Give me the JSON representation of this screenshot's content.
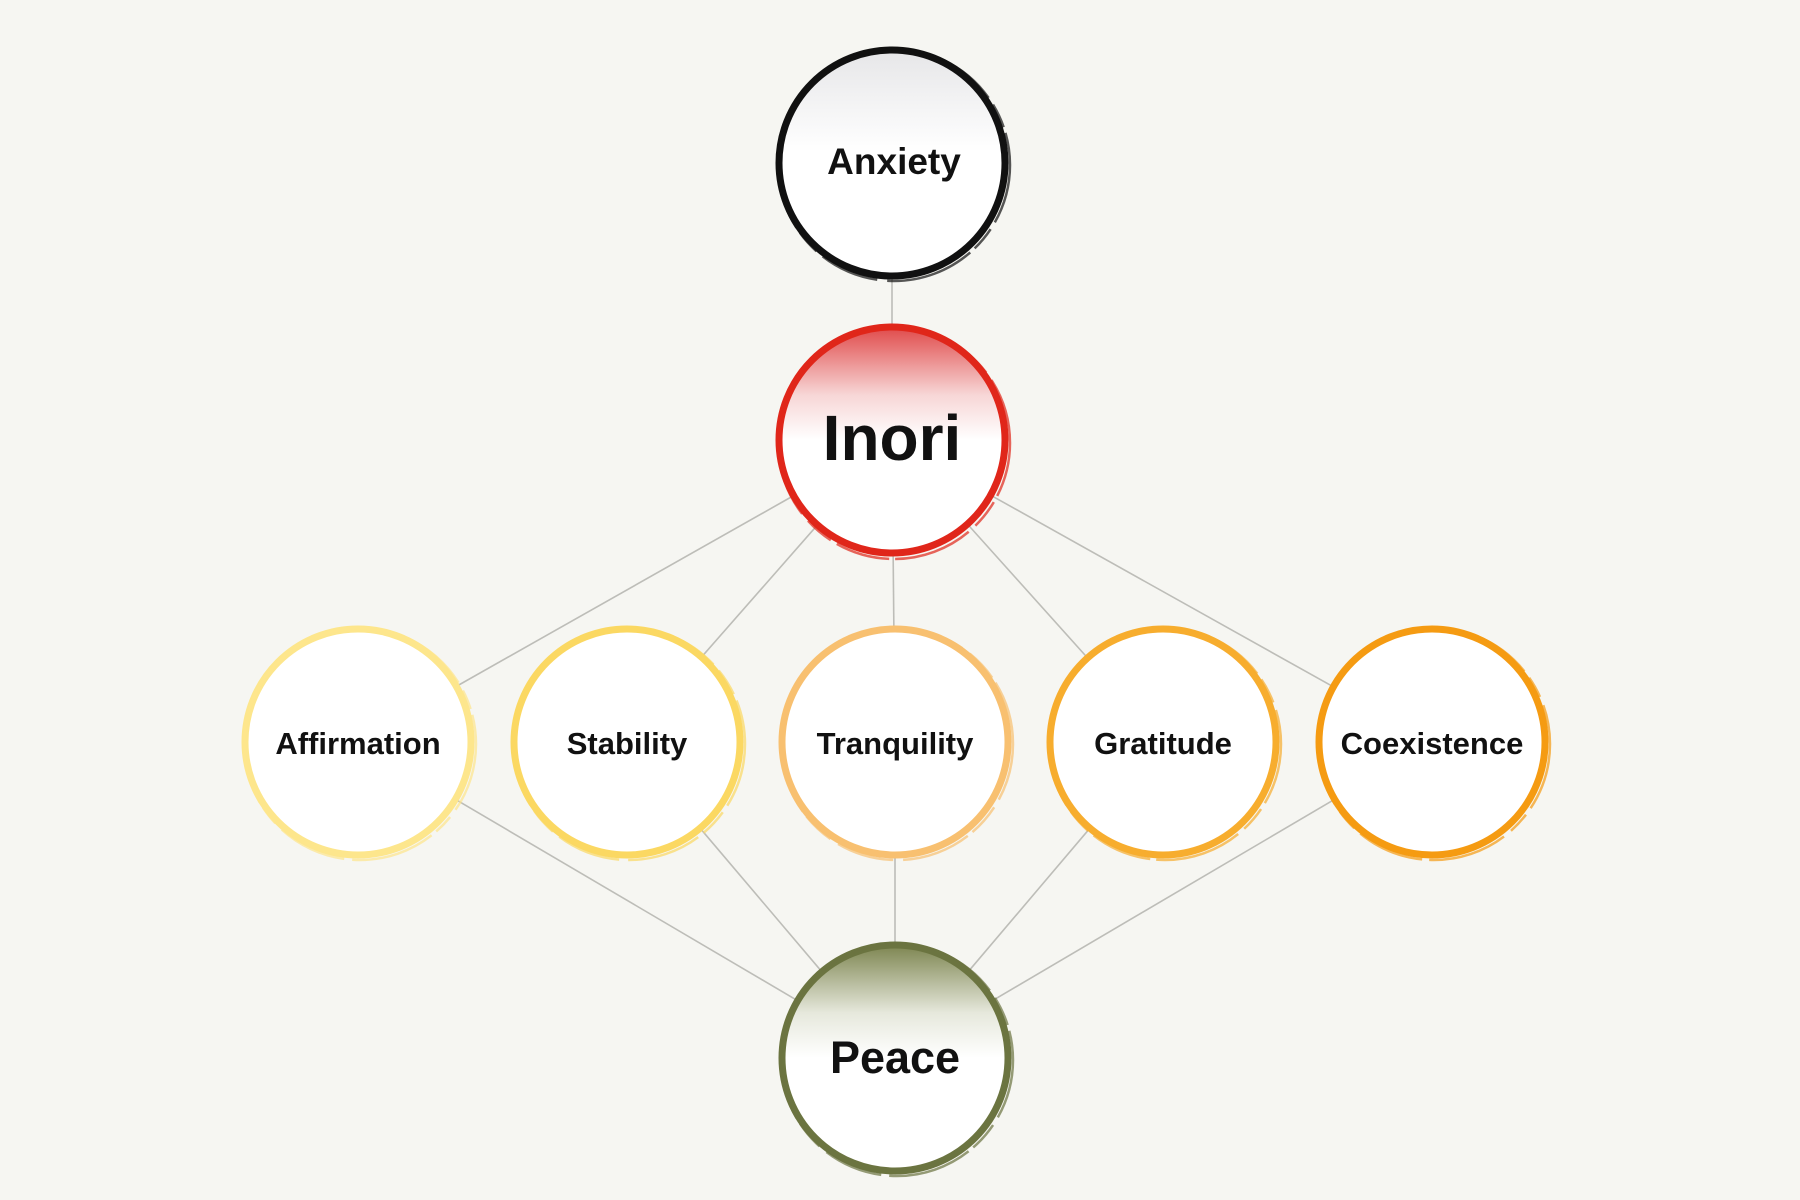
{
  "nodes": {
    "anxiety": {
      "label": "Anxiety",
      "color": "#111111"
    },
    "inori": {
      "label": "Inori",
      "color": "#e0261a"
    },
    "affirmation": {
      "label": "Affirmation",
      "color": "#fde68c"
    },
    "stability": {
      "label": "Stability",
      "color": "#fbd862"
    },
    "tranquility": {
      "label": "Tranquility",
      "color": "#f8c070"
    },
    "gratitude": {
      "label": "Gratitude",
      "color": "#f7ad2e"
    },
    "coexistence": {
      "label": "Coexistence",
      "color": "#f59b12"
    },
    "peace": {
      "label": "Peace",
      "color": "#6b7440"
    }
  },
  "edges": [
    [
      "anxiety",
      "inori"
    ],
    [
      "inori",
      "affirmation"
    ],
    [
      "inori",
      "stability"
    ],
    [
      "inori",
      "tranquility"
    ],
    [
      "inori",
      "gratitude"
    ],
    [
      "inori",
      "coexistence"
    ],
    [
      "affirmation",
      "peace"
    ],
    [
      "stability",
      "peace"
    ],
    [
      "tranquility",
      "peace"
    ],
    [
      "gratitude",
      "peace"
    ],
    [
      "coexistence",
      "peace"
    ]
  ]
}
